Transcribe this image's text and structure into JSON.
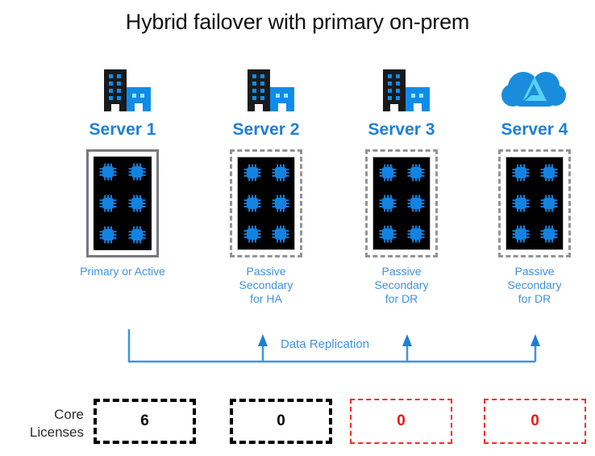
{
  "title": "Hybrid failover with primary on-prem",
  "colors": {
    "title_text": "#111111",
    "server_name": "#1e7fd4",
    "role_text": "#3f93e0",
    "replication_line": "#3f93e0",
    "license_black": "#000000",
    "license_red": "#f01414",
    "box_solid_border": "#77797c",
    "box_dashed_border": "#929497",
    "chip_blue": "#1283e2",
    "building_dark": "#1a1a1a",
    "building_blue": "#0f8ce8",
    "azure_cloud": "#1b8cdc",
    "azure_logo": "#60d8f5"
  },
  "servers": [
    {
      "name": "Server 1",
      "icon": "office-building-icon",
      "border_style": "solid",
      "cores": 6,
      "role": "Primary or Active",
      "license_value": "6",
      "license_style": "black"
    },
    {
      "name": "Server 2",
      "icon": "office-building-icon",
      "border_style": "dashed",
      "cores": 6,
      "role": "Passive\nSecondary\nfor HA",
      "license_value": "0",
      "license_style": "black"
    },
    {
      "name": "Server 3",
      "icon": "office-building-icon",
      "border_style": "dashed",
      "cores": 6,
      "role": "Passive\nSecondary\nfor DR",
      "license_value": "0",
      "license_style": "red"
    },
    {
      "name": "Server 4",
      "icon": "azure-cloud-icon",
      "border_style": "dashed",
      "cores": 6,
      "role": "Passive\nSecondary\nfor DR",
      "license_value": "0",
      "license_style": "red"
    }
  ],
  "replication": {
    "label": "Data Replication",
    "source": "Server 1",
    "targets": [
      "Server 2",
      "Server 3",
      "Server 4"
    ]
  },
  "license_row": {
    "label": "Core\nLicenses"
  }
}
